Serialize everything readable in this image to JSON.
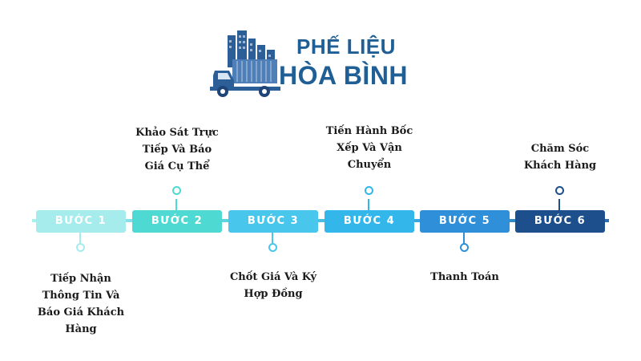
{
  "brand": {
    "line1": "PHẾ LIỆU",
    "line2": "HÒA BÌNH"
  },
  "colors": {
    "brand": "#1f5f95"
  },
  "steps": [
    {
      "label": "BƯỚC 1",
      "text_lines": [
        "Tiếp Nhận",
        "Thông Tin Và",
        "Báo Giá Khách",
        "Hàng"
      ],
      "color": "#a6ecec",
      "text_position": "below"
    },
    {
      "label": "BƯỚC 2",
      "text_lines": [
        "Khảo Sát Trực",
        "Tiếp Và Báo",
        "Giá Cụ Thể"
      ],
      "color": "#4fd9d3",
      "text_position": "above"
    },
    {
      "label": "BƯỚC 3",
      "text_lines": [
        "Chốt Giá Và Ký",
        "Hợp Đồng"
      ],
      "color": "#49c6ec",
      "text_position": "below"
    },
    {
      "label": "BƯỚC 4",
      "text_lines": [
        "Tiến Hành Bốc",
        "Xếp Và Vận",
        "Chuyển"
      ],
      "color": "#33b6ea",
      "text_position": "above"
    },
    {
      "label": "BƯỚC 5",
      "text_lines": [
        "Thanh Toán"
      ],
      "color": "#2f8fd8",
      "text_position": "below"
    },
    {
      "label": "BƯỚC 6",
      "text_lines": [
        "Chăm Sóc",
        "Khách Hàng"
      ],
      "color": "#1c4f8c",
      "text_position": "above"
    }
  ]
}
